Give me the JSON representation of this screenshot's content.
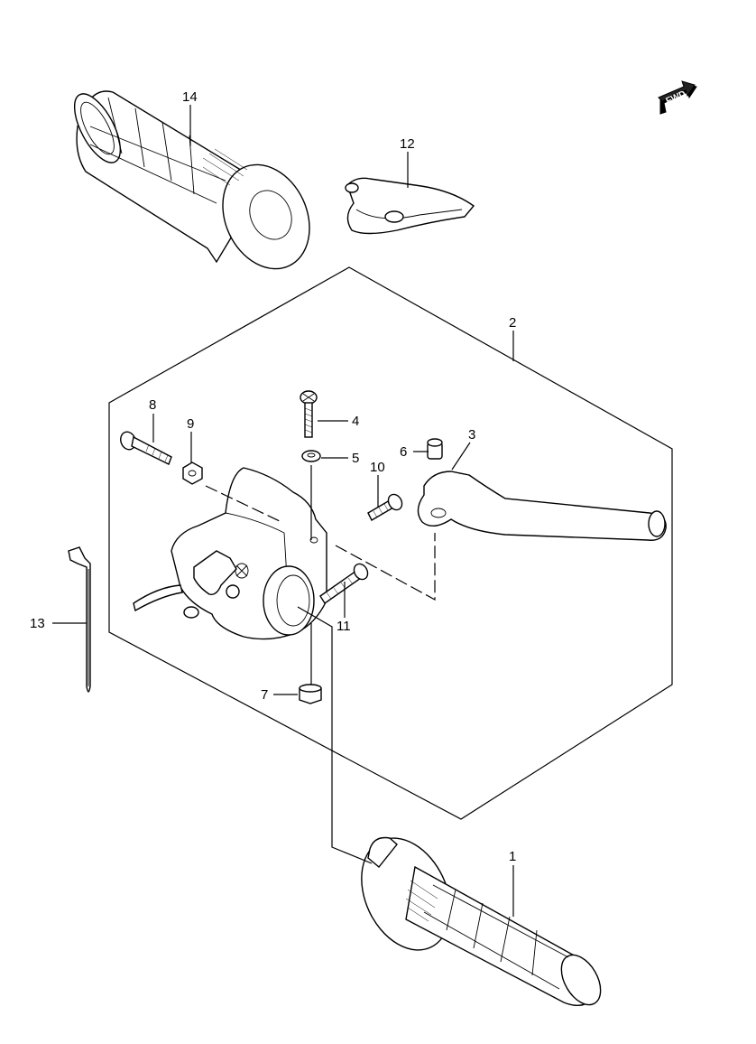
{
  "fwd_indicator": {
    "label": "FWD"
  },
  "callouts": [
    {
      "id": "1",
      "label": "1"
    },
    {
      "id": "2",
      "label": "2"
    },
    {
      "id": "3",
      "label": "3"
    },
    {
      "id": "4",
      "label": "4"
    },
    {
      "id": "5",
      "label": "5"
    },
    {
      "id": "6",
      "label": "6"
    },
    {
      "id": "7",
      "label": "7"
    },
    {
      "id": "8",
      "label": "8"
    },
    {
      "id": "9",
      "label": "9"
    },
    {
      "id": "10",
      "label": "10"
    },
    {
      "id": "11",
      "label": "11"
    },
    {
      "id": "12",
      "label": "12"
    },
    {
      "id": "13",
      "label": "13"
    },
    {
      "id": "14",
      "label": "14"
    }
  ]
}
